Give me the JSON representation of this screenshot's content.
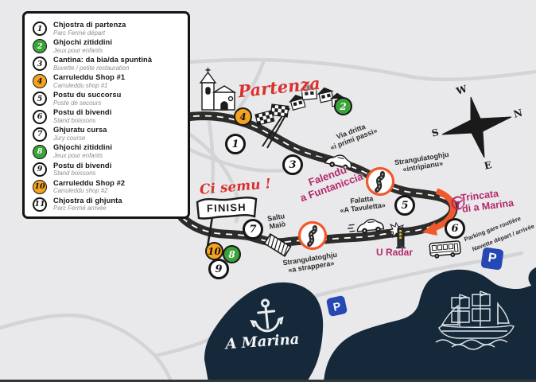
{
  "legend": {
    "items": [
      {
        "num": "1",
        "type": "white",
        "label": "Chjostra di partenza",
        "sub": "Parc Fermé départ"
      },
      {
        "num": "2",
        "type": "green",
        "label": "Ghjochi zitiddini",
        "sub": "Jeux pour enfants"
      },
      {
        "num": "3",
        "type": "white",
        "label": "Cantina: da bia/da spuntinà",
        "sub": "Buvette / petite restauration"
      },
      {
        "num": "4",
        "type": "orange",
        "label": "Carruleddu Shop #1",
        "sub": "Carruleddu shop #1"
      },
      {
        "num": "5",
        "type": "white",
        "label": "Postu du succorsu",
        "sub": "Poste de secours"
      },
      {
        "num": "6",
        "type": "white",
        "label": "Postu di bivendi",
        "sub": "Stand boissons"
      },
      {
        "num": "7",
        "type": "white",
        "label": "Ghjuratu cursa",
        "sub": "Jury course"
      },
      {
        "num": "8",
        "type": "green",
        "label": "Ghjochi zitiddini",
        "sub": "Jeux pour enfants"
      },
      {
        "num": "9",
        "type": "white",
        "label": "Postu di bivendi",
        "sub": "Stand boissons"
      },
      {
        "num": "10",
        "type": "orange",
        "label": "Carruleddu Shop #2",
        "sub": "Carruleddu shop #2"
      },
      {
        "num": "11",
        "type": "white",
        "label": "Chjostra di ghjunta",
        "sub": "Parc Fermé arrivée"
      }
    ]
  },
  "map": {
    "titles": {
      "partenza": "Partenza",
      "ci_semu": "Ci semu !",
      "finish": "FINISH",
      "a_marina": "A Marina"
    },
    "labels": {
      "via_dritta_1": "Via dritta",
      "via_dritta_2": "«i primi passi»",
      "intripianu_1": "Strangulatoghju",
      "intripianu_2": "«intripianu»",
      "falendu_1": "Falendu",
      "falendu_2": "a Funtaniccia",
      "falatta_1": "Falatta",
      "falatta_2": "«A Tavuletta»",
      "strappera_1": "Strangulatoghju",
      "strappera_2": "«a strappera»",
      "saltu_1": "Saltu",
      "saltu_2": "Maiò",
      "u_radar": "U Radar",
      "trincata_1": "Trincata",
      "trincata_2": "di a Marina",
      "parking_1": "Parking gare routière",
      "parking_2": "Navette départ / arrivée",
      "parking_letter": "P"
    },
    "markers": [
      {
        "num": "1",
        "type": "white"
      },
      {
        "num": "2",
        "type": "green"
      },
      {
        "num": "3",
        "type": "white"
      },
      {
        "num": "4",
        "type": "orange"
      },
      {
        "num": "5",
        "type": "white"
      },
      {
        "num": "6",
        "type": "white"
      },
      {
        "num": "7",
        "type": "white"
      },
      {
        "num": "8",
        "type": "green"
      },
      {
        "num": "9",
        "type": "white"
      },
      {
        "num": "10",
        "type": "orange"
      }
    ],
    "compass": {
      "n": "N",
      "s": "S",
      "e": "E",
      "w": "W"
    },
    "colors": {
      "background": "#e9e9eb",
      "faint_road": "#d3d4d6",
      "road": "#2d2c2b",
      "navy_water": "#16293a",
      "green": "#3aa439",
      "orange": "#f5a31f",
      "orange_red": "#f1582a",
      "magenta": "#b5286d",
      "red_script": "#d8312f",
      "parking_blue": "#2548b4"
    }
  }
}
